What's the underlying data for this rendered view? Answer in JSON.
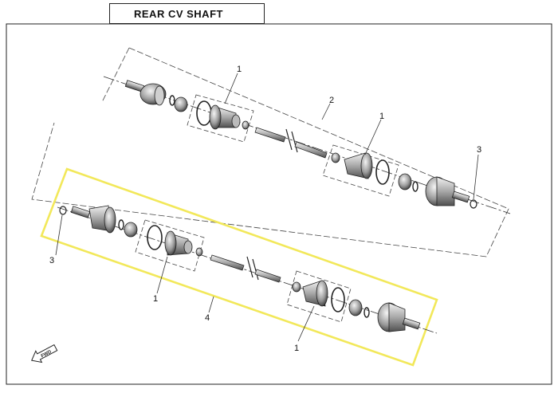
{
  "title": "REAR CV SHAFT",
  "callouts": {
    "part_1_top_left": "1",
    "part_1_top_right": "1",
    "part_1_bottom_left": "1",
    "part_1_bottom_right": "1",
    "part_2": "2",
    "part_3_right": "3",
    "part_3_left": "3",
    "part_4": "4"
  },
  "fwd_badge": "FWD",
  "colors": {
    "line": "#1a1a1a",
    "highlight": "#f2e85a",
    "background": "#ffffff"
  }
}
